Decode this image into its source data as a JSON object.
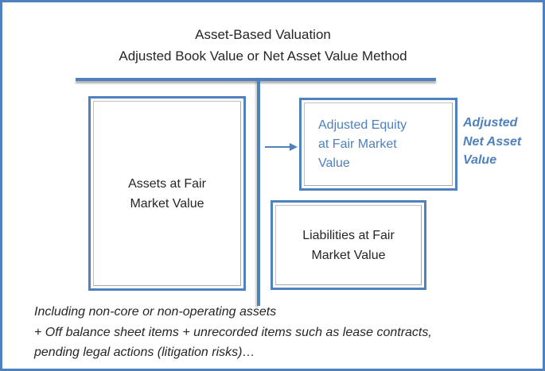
{
  "colors": {
    "accent_blue": "#4f81bd",
    "text_dark": "#262626",
    "inner_frame_gray": "#c0c0c0",
    "shadow_gray": "#a6a6a6"
  },
  "title": {
    "line1": "Asset-Based Valuation",
    "line2": "Adjusted Book Value or Net Asset Value Method"
  },
  "boxes": {
    "assets": {
      "lines": [
        "Assets at Fair",
        "Market Value"
      ]
    },
    "adjusted_equity": {
      "lines": [
        "Adjusted Equity",
        "at Fair Market",
        "Value"
      ]
    },
    "liabilities": {
      "lines": [
        "Liabilities at Fair",
        "Market Value"
      ]
    }
  },
  "side_label": {
    "lines": [
      "Adjusted",
      "Net Asset",
      "Value"
    ]
  },
  "footnote": {
    "lines": [
      "Including non-core or non-operating assets",
      "+ Off balance sheet items + unrecorded items such as lease contracts,",
      "pending legal actions (litigation risks)…"
    ]
  }
}
